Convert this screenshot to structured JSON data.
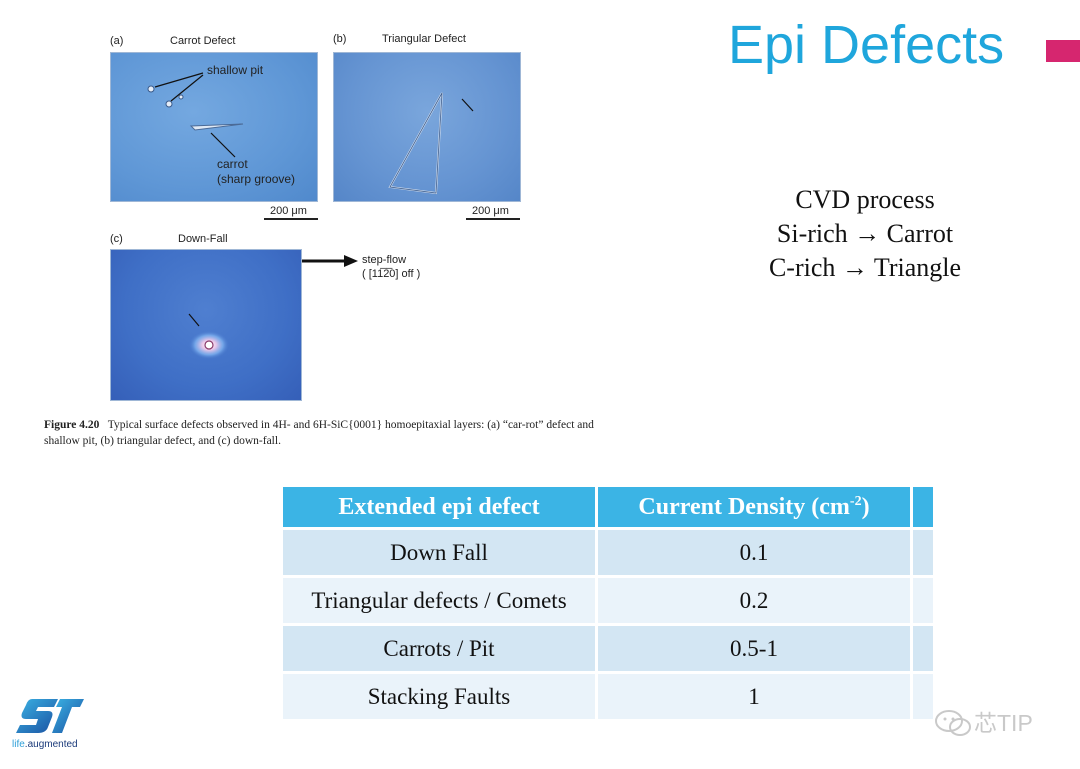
{
  "title": "Epi Defects",
  "colors": {
    "accent": "#1fa6dc",
    "title_mark": "#d6266f",
    "table_header": "#3bb4e5",
    "row_odd": "#d3e6f3",
    "row_even": "#eaf3fa"
  },
  "figure": {
    "panel_a": {
      "label": "(a)",
      "name": "Carrot Defect",
      "annotation_pit": "shallow pit",
      "annotation_carrot_1": "carrot",
      "annotation_carrot_2": "(sharp groove)",
      "scale": "200 μm"
    },
    "panel_b": {
      "label": "(b)",
      "name": "Triangular Defect",
      "scale": "200 μm"
    },
    "panel_c": {
      "label": "(c)",
      "name": "Down-Fall",
      "stepflow_1": "step-flow",
      "stepflow_2": "( [11̅2̅0] off )"
    },
    "caption_number": "Figure 4.20",
    "caption_text": "Typical surface defects observed in 4H- and 6H-SiC{0001} homoepitaxial layers: (a) “car-rot” defect and shallow pit, (b) triangular defect, and (c) down-fall."
  },
  "cvd": {
    "line1": "CVD process",
    "line2": "Si-rich → Carrot",
    "line3": "C-rich → Triangle"
  },
  "table": {
    "header_col1": "Extended epi defect",
    "header_col2_main": "Current Density (cm",
    "header_col2_sup": "-2",
    "header_col2_close": ")",
    "rows": [
      {
        "defect": "Down Fall",
        "density": "0.1"
      },
      {
        "defect": "Triangular defects / Comets",
        "density": "0.2"
      },
      {
        "defect": "Carrots / Pit",
        "density": "0.5-1"
      },
      {
        "defect": "Stacking Faults",
        "density": "1"
      }
    ]
  },
  "logo": {
    "icon": "st-logo-icon",
    "tag_prefix": "life",
    "tag_suffix": ".augmented"
  },
  "watermark": {
    "icon": "wechat-icon",
    "text": "芯TIP"
  }
}
